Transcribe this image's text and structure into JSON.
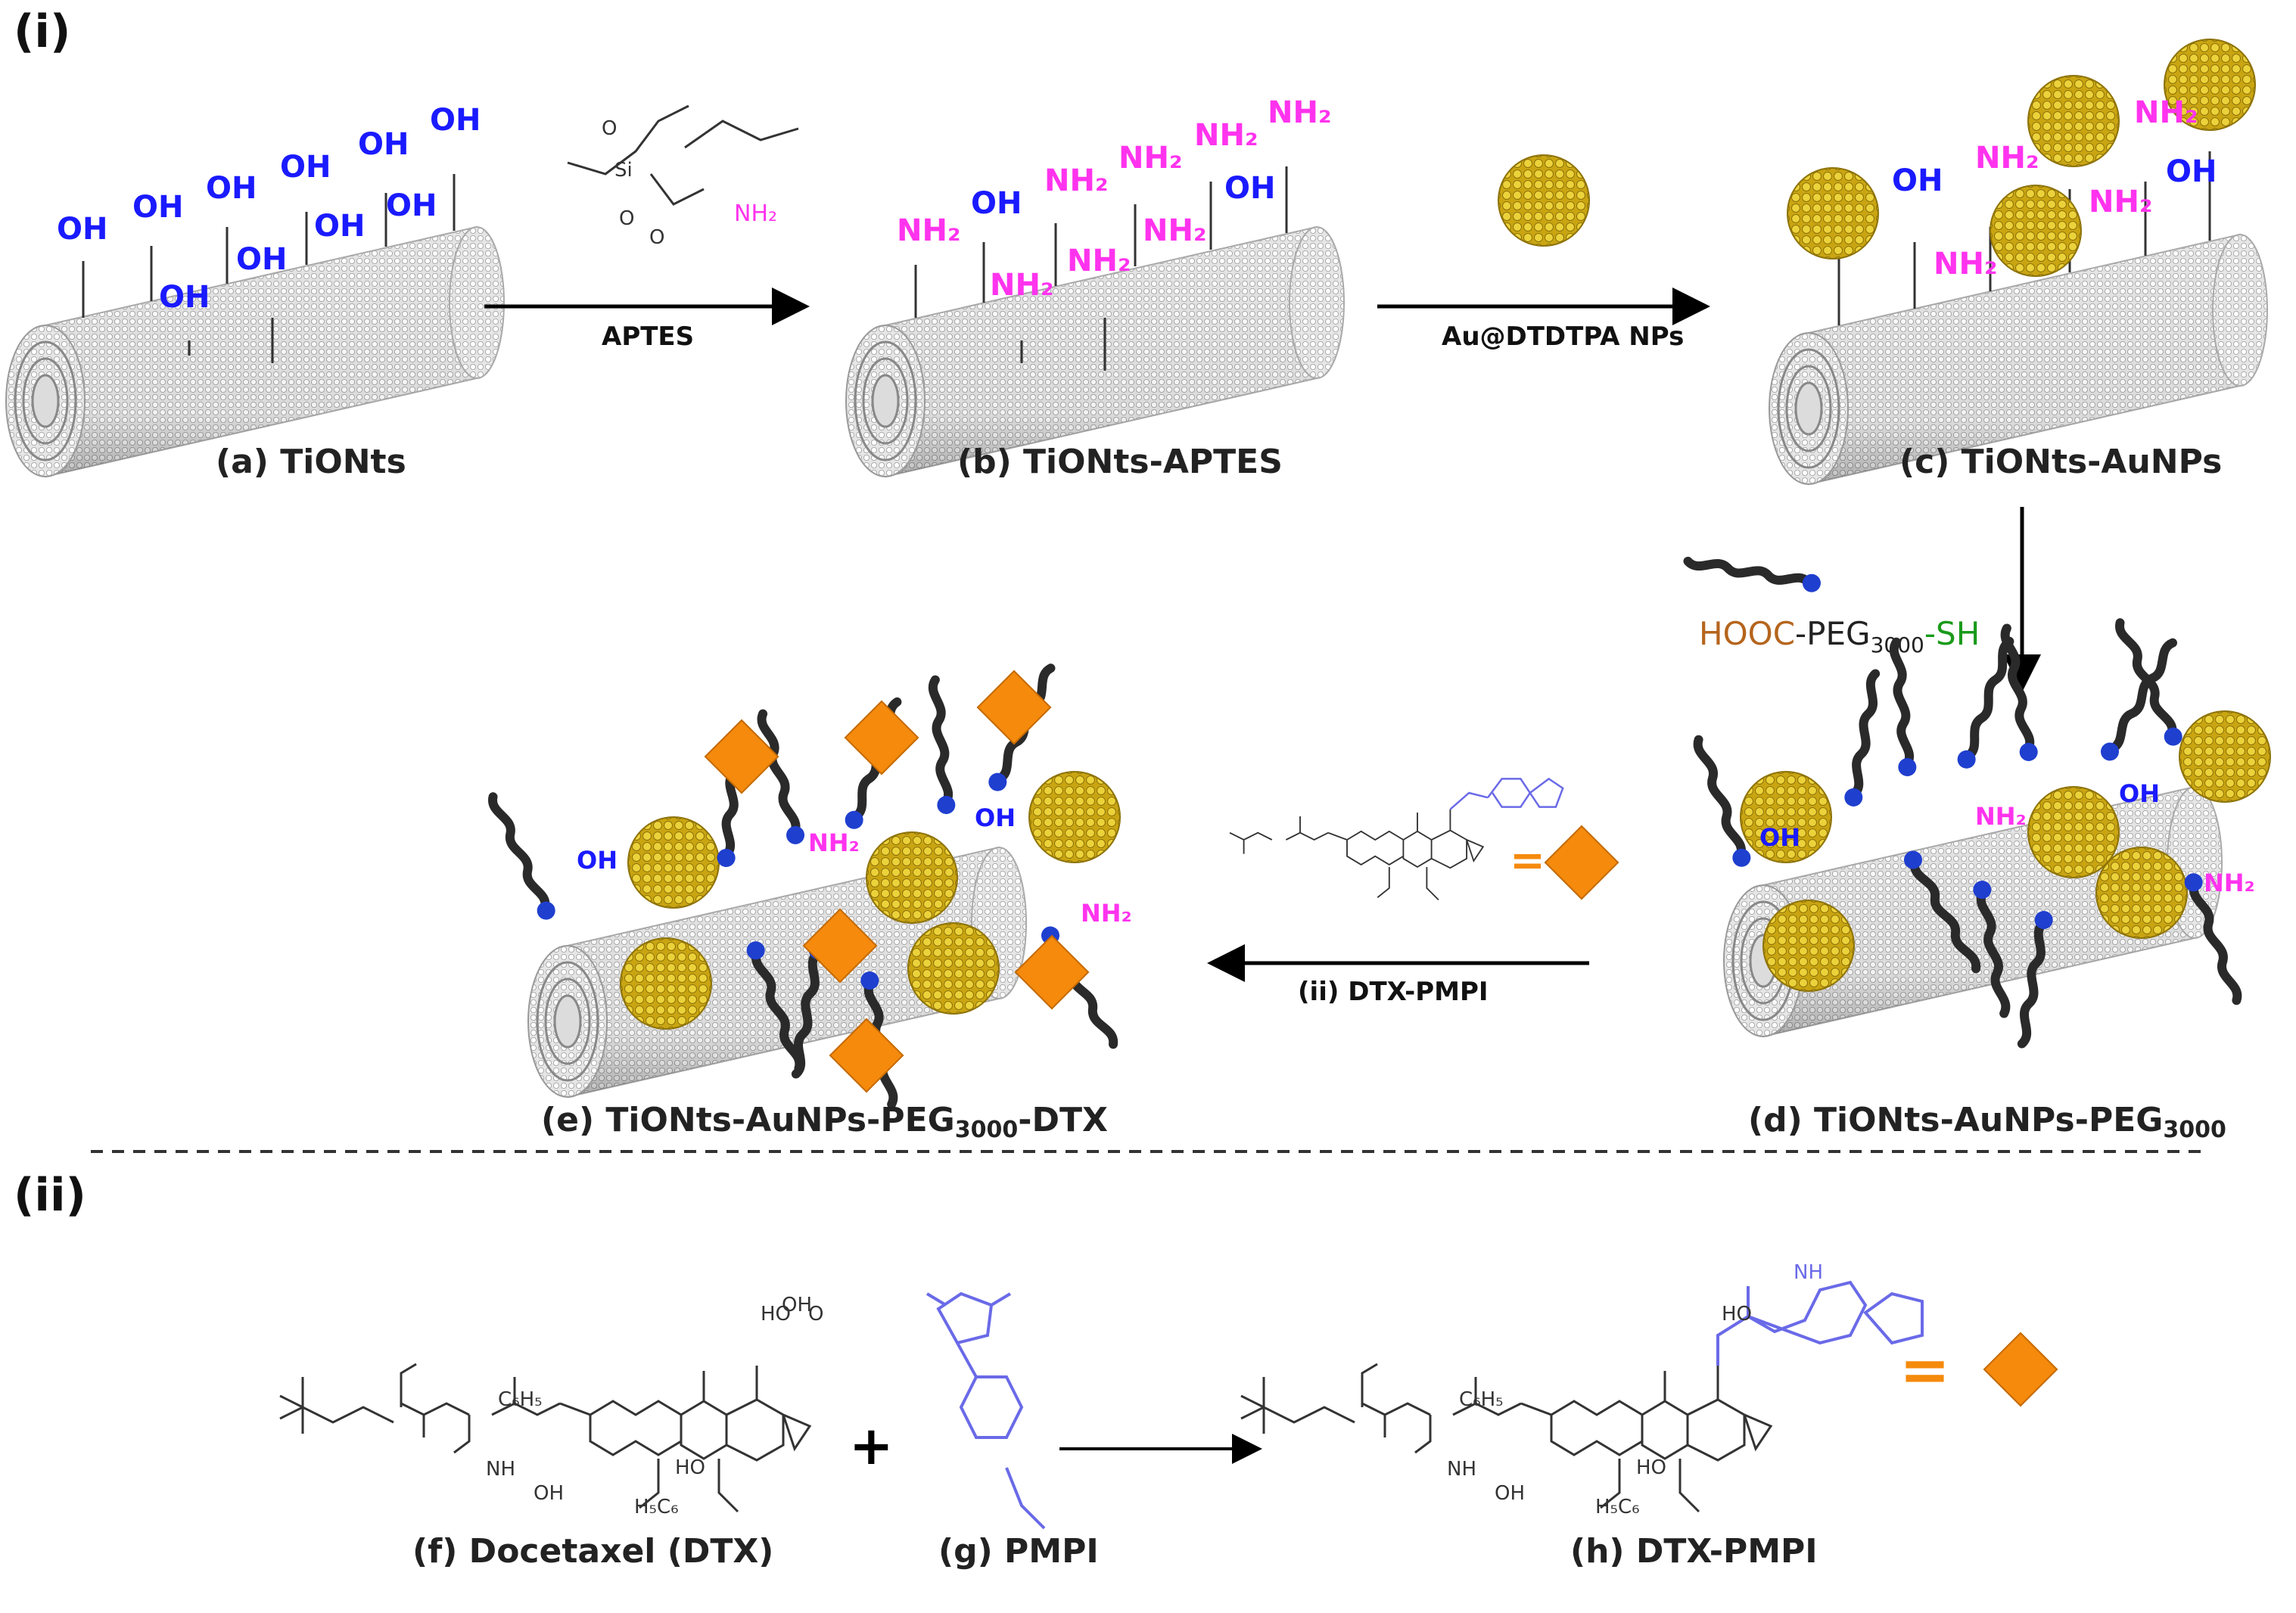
{
  "sections": {
    "i": "(i)",
    "ii": "(ii)"
  },
  "labels": {
    "a": "(a) TiONts",
    "b": "(b) TiONts-APTES",
    "c": "(c) TiONts-AuNPs",
    "d_pre": "(d) TiONts-AuNPs-PEG",
    "d_sub": "3000",
    "e_pre": "(e) TiONts-AuNPs-PEG",
    "e_sub": "3000",
    "e_post": "-DTX",
    "f": "(f) Docetaxel (DTX)",
    "g": "(g) PMPI",
    "h": "(h) DTX-PMPI"
  },
  "arrows": {
    "aptes": "APTES",
    "au": "Au@DTDTPA NPs",
    "dtx_pmpi": "(ii) DTX-PMPI"
  },
  "peg": {
    "hooc": "HOOC",
    "mid": "-PEG",
    "sub": "3000",
    "sh": "-SH"
  },
  "groups": {
    "oh": "OH",
    "nh2": "NH",
    "nh2_sub": "2"
  },
  "chem_text": {
    "o": "O",
    "nh": "NH",
    "h": "H",
    "si": "Si",
    "n": "N",
    "c": "C",
    "ho": "HO",
    "oh": "OH",
    "c6h5": "C₆H₅",
    "h5c6": "H₅C₆",
    "equals": "="
  },
  "colors": {
    "oh": "#1a1aff",
    "nh2": "#ff33ee",
    "hooc": "#b5651d",
    "sh": "#1a9a1a",
    "pmpi": "#6a6ae8",
    "dtx_diamond": "#f58a0c",
    "gold": "#d4b81e"
  }
}
